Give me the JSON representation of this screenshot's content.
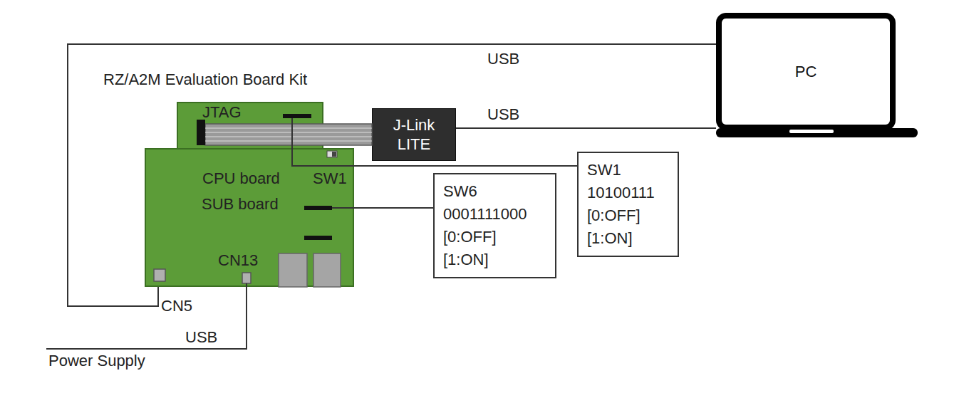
{
  "diagram": {
    "nodes": [
      {
        "text": [
          "JTAG",
          "CPU board",
          "SW1"
        ]
      },
      {
        "text": [
          "SUB board"
        ]
      },
      {
        "text": [
          "J-Link LITE"
        ]
      },
      {
        "text": [
          "PC"
        ]
      },
      {
        "text": [
          "SW1",
          "10100111",
          "[0:OFF]",
          "[1:ON]"
        ]
      },
      {
        "text": [
          "SW6",
          "0001111000",
          "[0:OFF]",
          "[1:ON]"
        ]
      }
    ],
    "edges": [
      {
        "from": 0,
        "to": 2,
        "arrow": "none"
      },
      {
        "from": 0,
        "to": 4,
        "arrow": "none"
      },
      {
        "from": 1,
        "to": 5,
        "arrow": "none"
      },
      {
        "from": 2,
        "to": 3,
        "label": "USB",
        "arrow": "none"
      },
      {
        "from": 1,
        "to": 3,
        "label": "USB",
        "arrow": "none"
      }
    ],
    "labels": [
      "RZ/A2M Evaluation Board Kit",
      "CN13",
      "CN5",
      "USB",
      "Power Supply"
    ]
  }
}
